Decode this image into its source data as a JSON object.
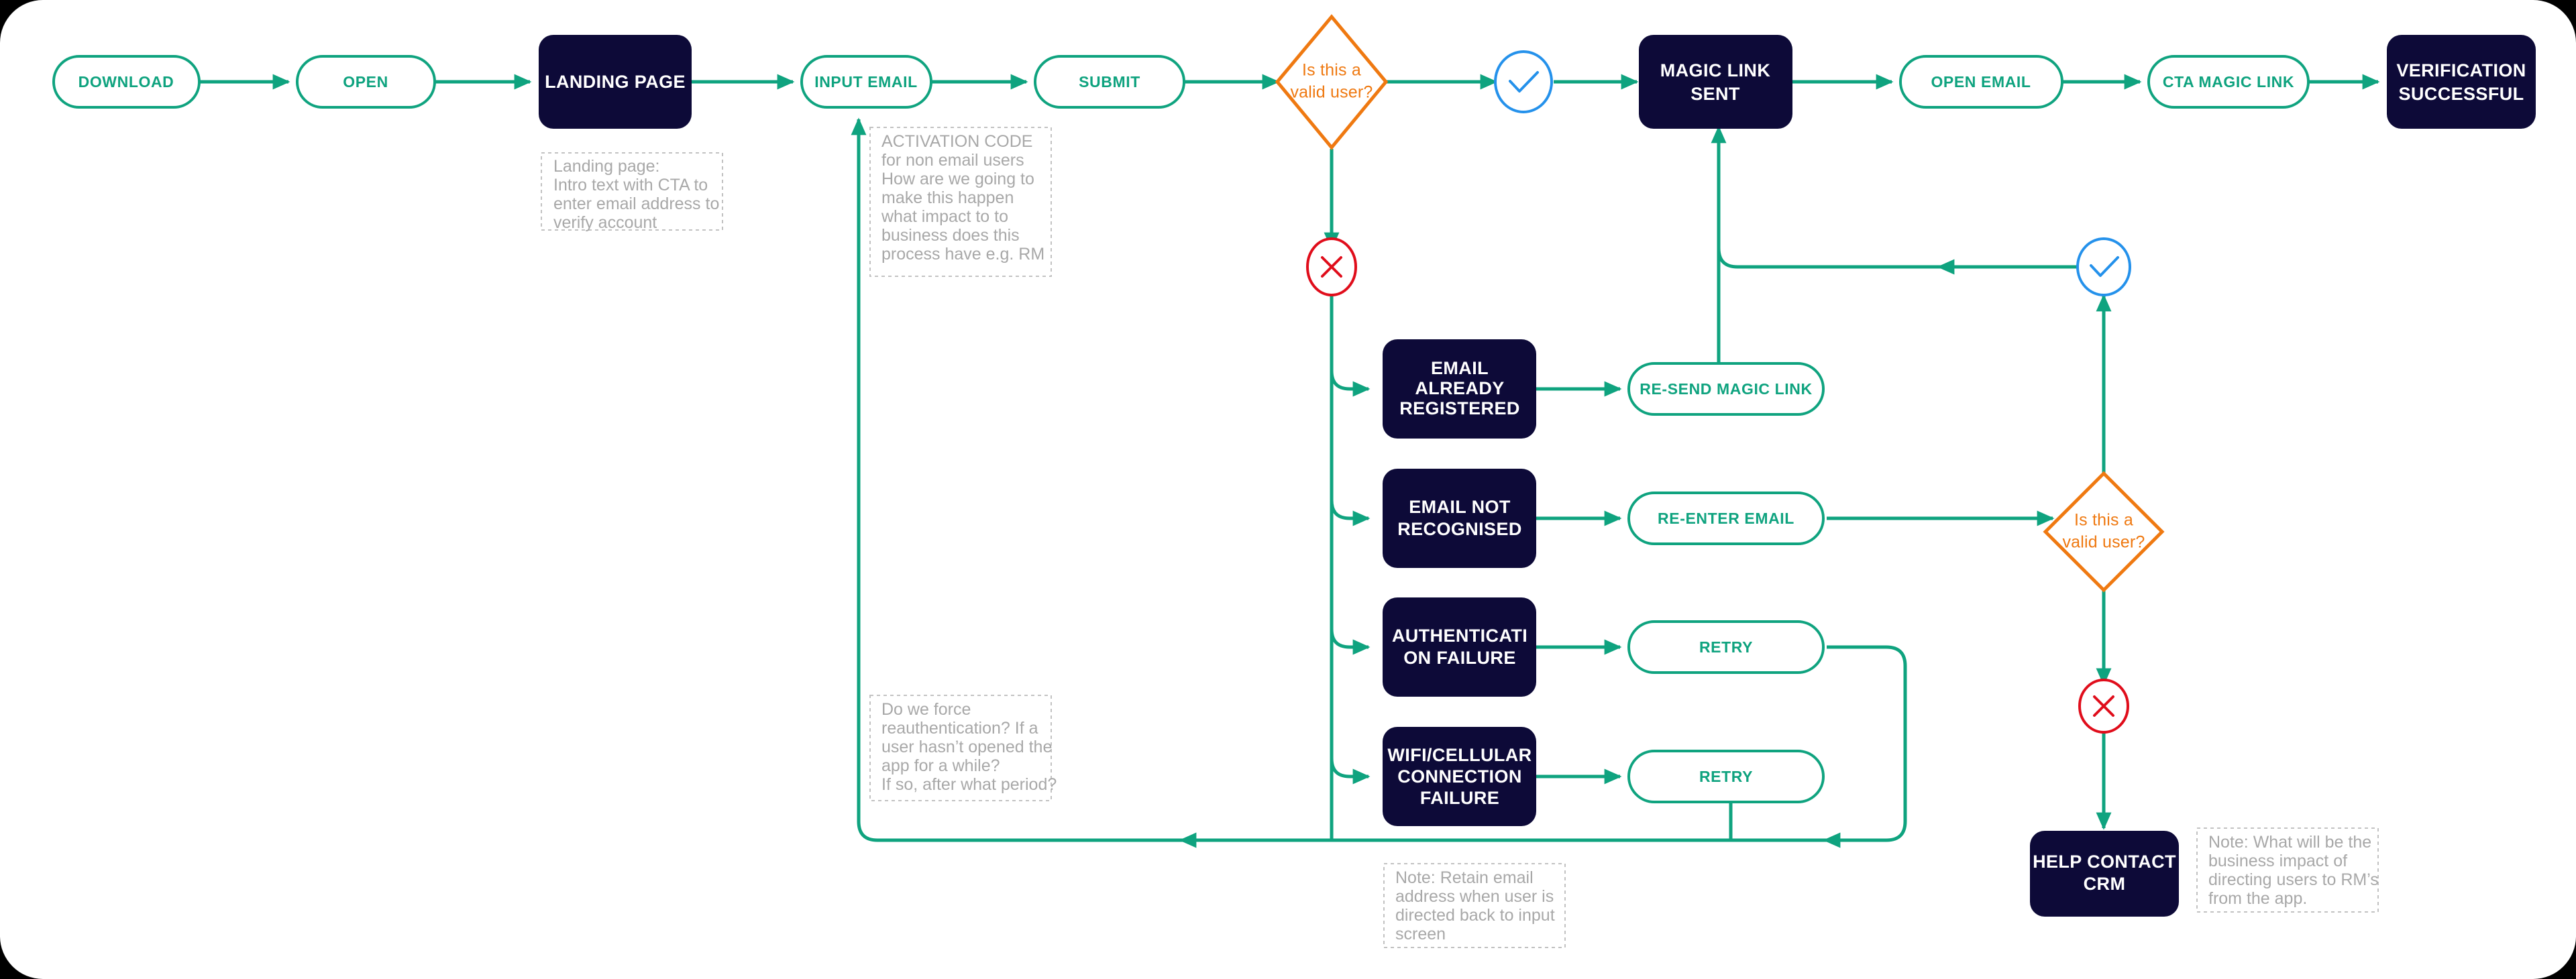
{
  "diagram": {
    "title": "Email verification / magic link user flow",
    "colors": {
      "accent_green": "#0fa37f",
      "dark_navy": "#0d0a38",
      "decision_orange": "#ef7911",
      "success_blue": "#2491eb",
      "failure_red": "#e00d1b",
      "note_grey": "#a8a8a8",
      "canvas": "#ffffff",
      "page_background": "#000000"
    }
  },
  "nodes": {
    "download": {
      "label": "DOWNLOAD",
      "type": "pill"
    },
    "open": {
      "label": "OPEN",
      "type": "pill"
    },
    "landing_page": {
      "label": "LANDING PAGE",
      "type": "process"
    },
    "input_email": {
      "label": "INPUT EMAIL",
      "type": "pill"
    },
    "submit": {
      "label": "SUBMIT",
      "type": "pill"
    },
    "decision_1_line_1": {
      "label": "Is this a"
    },
    "decision_1_line_2": {
      "label": "valid user?"
    },
    "magic_link_sent_l1": {
      "label": "MAGIC LINK"
    },
    "magic_link_sent_l2": {
      "label": "SENT"
    },
    "open_email": {
      "label": "OPEN EMAIL",
      "type": "pill"
    },
    "cta_magic_link": {
      "label": "CTA MAGIC LINK",
      "type": "pill"
    },
    "verification_successful_l1": {
      "label": "VERIFICATION"
    },
    "verification_successful_l2": {
      "label": "SUCCESSFUL"
    },
    "email_already_registered_l1": {
      "label": "EMAIL"
    },
    "email_already_registered_l2": {
      "label": "ALREADY"
    },
    "email_already_registered_l3": {
      "label": "REGISTERED"
    },
    "resend_magic_link": {
      "label": "RE-SEND MAGIC LINK",
      "type": "pill"
    },
    "email_not_recognised_l1": {
      "label": "EMAIL NOT"
    },
    "email_not_recognised_l2": {
      "label": "RECOGNISED"
    },
    "re_enter_email": {
      "label": "RE-ENTER EMAIL",
      "type": "pill"
    },
    "authentication_failure_l1": {
      "label": "AUTHENTICATI"
    },
    "authentication_failure_l2": {
      "label": "ON FAILURE"
    },
    "retry_1": {
      "label": "RETRY",
      "type": "pill"
    },
    "wifi_cellular_failure_l1": {
      "label": "WIFI/CELLULAR"
    },
    "wifi_cellular_failure_l2": {
      "label": "CONNECTION"
    },
    "wifi_cellular_failure_l3": {
      "label": "FAILURE"
    },
    "retry_2": {
      "label": "RETRY",
      "type": "pill"
    },
    "decision_2_line_1": {
      "label": "Is this a"
    },
    "decision_2_line_2": {
      "label": "valid user?"
    },
    "help_contact_crm_l1": {
      "label": "HELP CONTACT"
    },
    "help_contact_crm_l2": {
      "label": "CRM"
    }
  },
  "notes": {
    "landing": [
      "Landing page:",
      "Intro text with CTA to",
      "enter email address to",
      "verify account"
    ],
    "activation": [
      "ACTIVATION CODE",
      "for non email users",
      "How are we going to",
      "make this happen",
      "what impact to to",
      "business does this",
      "process have e.g. RM"
    ],
    "reauth": [
      "Do we force",
      "reauthentication? If a",
      "user hasn’t opened the",
      "app for a while?",
      "If so, after what period?"
    ],
    "retain": [
      "Note: Retain email",
      "address when user is",
      "directed back to input",
      "screen"
    ],
    "rm_impact": [
      "Note: What will be the",
      "business impact of",
      "directing users to RM’s",
      "from the app."
    ]
  }
}
